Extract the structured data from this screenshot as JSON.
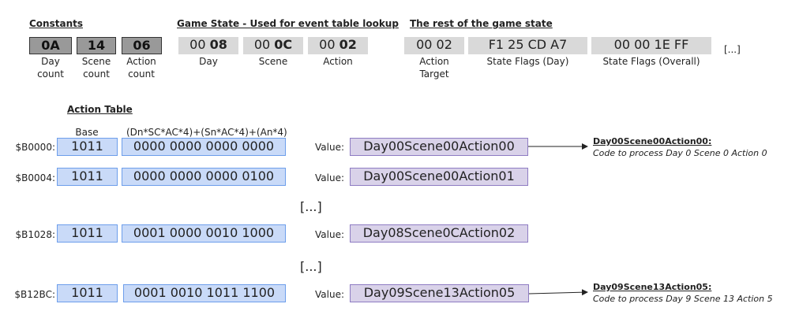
{
  "headers": {
    "constants": "Constants",
    "game_state": "Game State - Used for event table lookup",
    "rest_state": "The rest of the game state",
    "action_table": "Action Table"
  },
  "constants": [
    {
      "value": "0A",
      "label1": "Day",
      "label2": "count"
    },
    {
      "value": "14",
      "label1": "Scene",
      "label2": "count"
    },
    {
      "value": "06",
      "label1": "Action",
      "label2": "count"
    }
  ],
  "game_state": [
    {
      "prefix": "00 ",
      "value": "08",
      "label": "Day"
    },
    {
      "prefix": "00 ",
      "value": "0C",
      "label": "Scene"
    },
    {
      "prefix": "00 ",
      "value": "02",
      "label": "Action"
    }
  ],
  "rest_state": [
    {
      "value": "00 02",
      "label1": "Action",
      "label2": "Target"
    },
    {
      "value": "F1 25 CD A7",
      "label1": "State Flags (Day)",
      "label2": ""
    },
    {
      "value": "00 00 1E FF",
      "label1": "State Flags (Overall)",
      "label2": ""
    }
  ],
  "rest_more": "[...]",
  "table": {
    "base_header": "Base",
    "formula_header": "(Dn*SC*AC*4)+(Sn*AC*4)+(An*4)",
    "value_label": "Value:",
    "ellipsis": "[...]",
    "rows": [
      {
        "addr": "$B0000:",
        "base": "1011",
        "offset": "0000 0000 0000 0000",
        "value": "Day00Scene00Action00"
      },
      {
        "addr": "$B0004:",
        "base": "1011",
        "offset": "0000 0000 0000 0100",
        "value": "Day00Scene00Action01"
      },
      {
        "addr": "$B1028:",
        "base": "1011",
        "offset": "0001 0000 0010 1000",
        "value": "Day08Scene0CAction02"
      },
      {
        "addr": "$B12BC:",
        "base": "1011",
        "offset": "0001 0010 1011 1100",
        "value": "Day09Scene13Action05"
      }
    ]
  },
  "callouts": [
    {
      "title": "Day00Scene00Action00:",
      "desc": "Code to process Day 0 Scene 0  Action 0"
    },
    {
      "title": "Day09Scene13Action05:",
      "desc": "Code to process Day 9 Scene 13  Action 5"
    }
  ]
}
